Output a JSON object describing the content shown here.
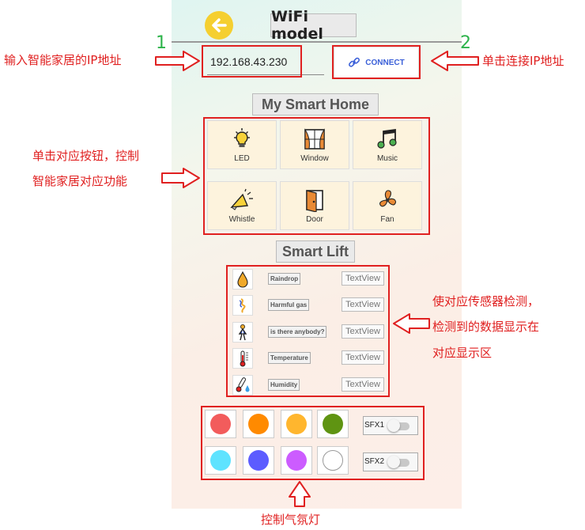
{
  "header": {
    "title": "WiFi model",
    "back_icon": "arrow-left-icon"
  },
  "connection": {
    "ip_value": "192.168.43.230",
    "connect_label": "CONNECT",
    "connect_icon": "link-icon"
  },
  "smart_home": {
    "title": "My Smart Home",
    "buttons": [
      {
        "label": "LED",
        "icon": "lightbulb-icon"
      },
      {
        "label": "Window",
        "icon": "window-icon"
      },
      {
        "label": "Music",
        "icon": "music-note-icon"
      },
      {
        "label": "Whistle",
        "icon": "megaphone-icon"
      },
      {
        "label": "Door",
        "icon": "door-icon"
      },
      {
        "label": "Fan",
        "icon": "fan-icon"
      }
    ]
  },
  "smart_lift": {
    "title": "Smart Lift",
    "sensors": [
      {
        "name": "Raindrop",
        "value": "TextView",
        "icon": "raindrop-icon"
      },
      {
        "name": "Harmful gas",
        "value": "TextView",
        "icon": "gas-icon"
      },
      {
        "name": "is there anybody?",
        "value": "TextView",
        "icon": "person-icon"
      },
      {
        "name": "Temperature",
        "value": "TextView",
        "icon": "thermometer-icon"
      },
      {
        "name": "Humidity",
        "value": "TextView",
        "icon": "humidity-icon"
      }
    ]
  },
  "ambient": {
    "colors_row1": [
      "#f25c5c",
      "#ff8a00",
      "#ffb62e",
      "#5f9412"
    ],
    "colors_row2": [
      "#5fe3ff",
      "#5c5cff",
      "#cc5cff",
      "#ffffff"
    ],
    "sfx": [
      {
        "label": "SFX1",
        "on": false
      },
      {
        "label": "SFX2",
        "on": false
      }
    ]
  },
  "annotations": {
    "num1": "1",
    "num2": "2",
    "ip_note": "输入智能家居的IP地址",
    "connect_note": "单击连接IP地址",
    "buttons_note_line1": "单击对应按钮，控制",
    "buttons_note_line2": "智能家居对应功能",
    "sensors_note_line1": "使对应传感器检测，",
    "sensors_note_line2": "检测到的数据显示在",
    "sensors_note_line3": "对应显示区",
    "lights_note": "控制气氛灯"
  },
  "colors": {
    "accent_red": "#e02020",
    "accent_green": "#2db34a",
    "back_yellow": "#f5cf30",
    "link_blue": "#3a5fd8"
  }
}
